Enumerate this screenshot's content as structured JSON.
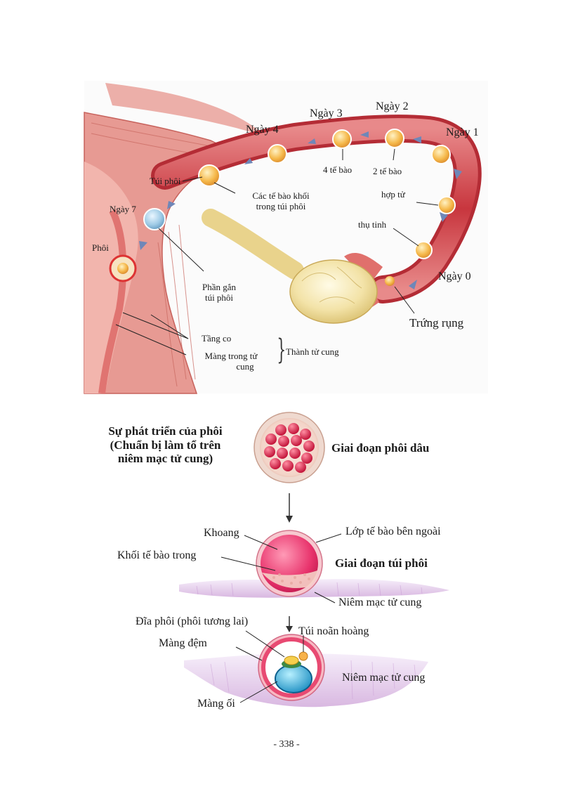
{
  "top_figure": {
    "labels": {
      "day4": "Ngày 4",
      "day3": "Ngày 3",
      "day2": "Ngày 2",
      "day1": "Ngày 1",
      "day0": "Ngày 0",
      "day7": "Ngày 7",
      "blastocyst": "Túi phôi",
      "embryo": "Phôi",
      "inner_cells_1": "Các tế bào khối",
      "inner_cells_2": "trong túi phôi",
      "four_cells": "4 tế bào",
      "two_cells": "2 tế bào",
      "zygote": "hợp tử",
      "fertilization": "thụ tinh",
      "ovulation": "Trứng rụng",
      "attach_1": "Phần gắn",
      "attach_2": "túi phôi",
      "myometrium": "Tầng co",
      "endometrium_1": "Màng trong tử",
      "endometrium_2": "cung",
      "uterine_wall": "Thành tử cung"
    }
  },
  "bottom_figure": {
    "title_1": "Sự phát triển của phôi",
    "title_2": "(Chuẩn bị làm tổ trên",
    "title_3": "niêm mạc tử cung)",
    "morula_stage": "Giai đoạn phôi dâu",
    "cavity": "Khoang",
    "outer_layer": "Lớp tế bào bên ngoài",
    "inner_mass": "Khối tế bào trong",
    "blastocyst_stage": "Giai đoạn túi phôi",
    "mucosa_1": "Niêm mạc tử cung",
    "embryonic_disc": "Đĩa phôi (phôi tương lai)",
    "yolk_sac": "Túi noãn hoàng",
    "zona": "Màng đệm",
    "mucosa_2": "Niêm mạc tử cung",
    "amnion": "Màng ối"
  },
  "page_number": "- 338 -"
}
